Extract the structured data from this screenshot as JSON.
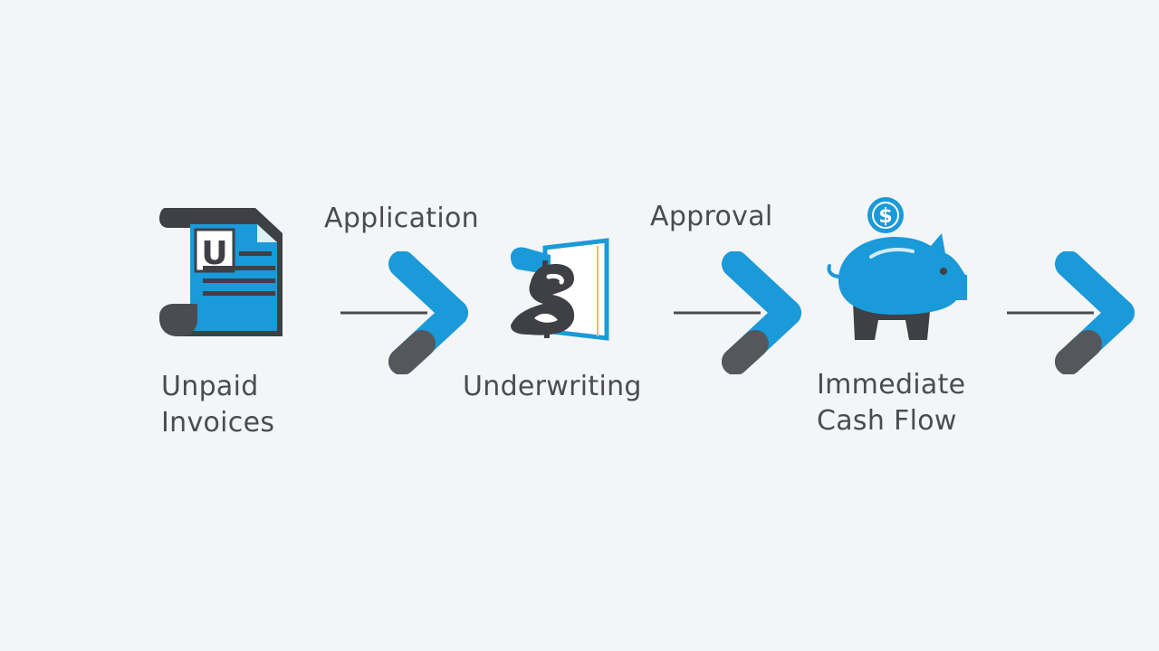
{
  "colors": {
    "accent": "#1a9ad9",
    "dark": "#3f4045",
    "text": "#4a4c52",
    "background": "#f4f5f6"
  },
  "steps": [
    {
      "icon": "invoice-document-icon",
      "label_lines": [
        "Unpaid",
        "Invoices"
      ]
    },
    {
      "icon": "dollar-document-icon",
      "label_lines": [
        "Underwriting"
      ]
    },
    {
      "icon": "piggy-bank-icon",
      "label_lines": [
        "Immediate",
        "Cash Flow"
      ]
    }
  ],
  "connectors": [
    {
      "label": "Application",
      "icon": "chevron-right-icon"
    },
    {
      "label": "Approval",
      "icon": "chevron-right-icon"
    },
    {
      "label": "",
      "icon": "chevron-right-icon"
    }
  ]
}
